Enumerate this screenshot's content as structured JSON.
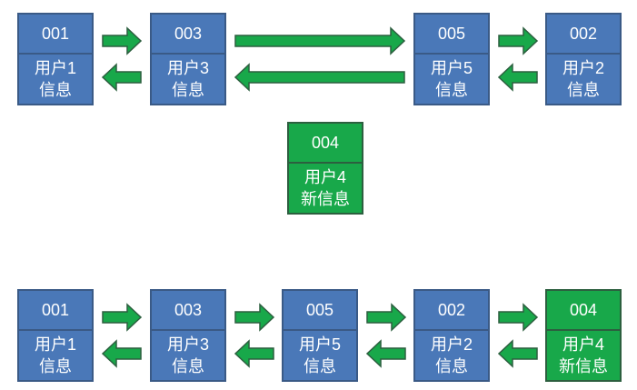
{
  "nodes": {
    "top_001": {
      "id": "001",
      "line1": "用户1",
      "line2": "信息"
    },
    "top_003": {
      "id": "003",
      "line1": "用户3",
      "line2": "信息"
    },
    "top_005": {
      "id": "005",
      "line1": "用户5",
      "line2": "信息"
    },
    "top_002": {
      "id": "002",
      "line1": "用户2",
      "line2": "信息"
    },
    "mid_004": {
      "id": "004",
      "line1": "用户4",
      "line2": "新信息"
    },
    "bot_001": {
      "id": "001",
      "line1": "用户1",
      "line2": "信息"
    },
    "bot_003": {
      "id": "003",
      "line1": "用户3",
      "line2": "信息"
    },
    "bot_005": {
      "id": "005",
      "line1": "用户5",
      "line2": "信息"
    },
    "bot_002": {
      "id": "002",
      "line1": "用户2",
      "line2": "信息"
    },
    "bot_004": {
      "id": "004",
      "line1": "用户4",
      "line2": "新信息"
    }
  },
  "colors": {
    "node_blue": "#4a78b8",
    "node_green": "#18a84a",
    "arrow_green": "#18a84a",
    "border_dark": "#3a5a86"
  }
}
